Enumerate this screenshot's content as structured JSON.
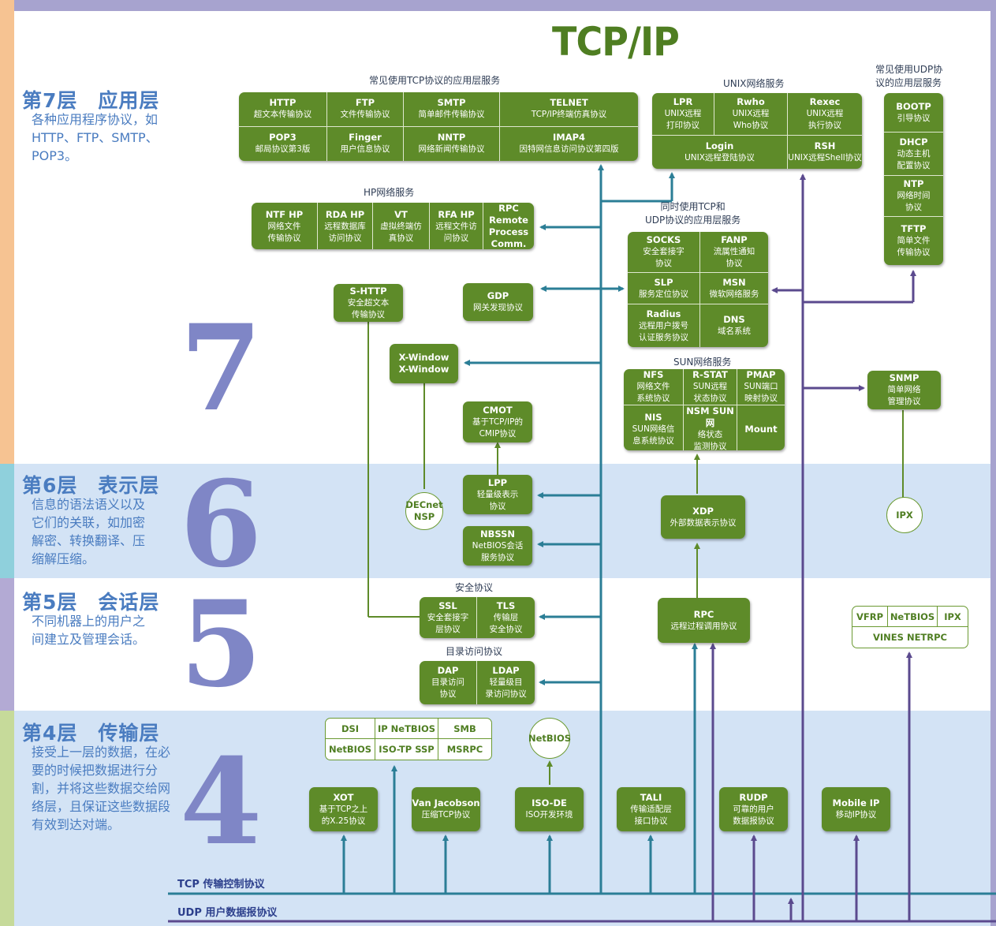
{
  "title": "TCP/IP",
  "layers": [
    {
      "title": "第7层　应用层",
      "desc": "各种应用程序协议，如\nHTTP、FTP、SMTP、\nPOP3。",
      "num": "7"
    },
    {
      "title": "第6层　表示层",
      "desc": "信息的语法语义以及\n它们的关联，如加密\n解密、转换翻译、压\n缩解压缩。",
      "num": "6"
    },
    {
      "title": "第5层　会话层",
      "desc": "不同机器上的用户之\n间建立及管理会话。",
      "num": "5"
    },
    {
      "title": "第4层　传输层",
      "desc": "接受上一层的数据，在必\n要的时候把数据进行分\n割，并将这些数据交给网\n络层，且保证这些数据段\n有效到达对端。",
      "num": "4"
    }
  ],
  "captions": {
    "tcp_app": "常见使用TCP协议的应用层服务",
    "unix": "UNIX网络服务",
    "udp_app": "常见使用UDP协\n议的应用层服务",
    "hp": "HP网络服务",
    "both": "同时使用TCP和\nUDP协议的应用层服务",
    "sun": "SUN网络服务",
    "security": "安全协议",
    "directory": "目录访问协议",
    "tcp_bus": "TCP 传输控制协议",
    "udp_bus": "UDP 用户数据报协议"
  },
  "tcp_services": [
    {
      "t": "HTTP",
      "d": "超文本传输协议"
    },
    {
      "t": "FTP",
      "d": "文件传输协议"
    },
    {
      "t": "SMTP",
      "d": "简单邮件传输协议"
    },
    {
      "t": "TELNET",
      "d": "TCP/IP终端仿真协议"
    },
    {
      "t": "POP3",
      "d": "邮局协议第3版"
    },
    {
      "t": "Finger",
      "d": "用户信息协议"
    },
    {
      "t": "NNTP",
      "d": "网络新闻传输协议"
    },
    {
      "t": "IMAP4",
      "d": "因特网信息访问协议第四版"
    }
  ],
  "unix_services": [
    {
      "t": "LPR",
      "d": "UNIX远程\n打印协议"
    },
    {
      "t": "Rwho",
      "d": "UNIX远程\nWho协议"
    },
    {
      "t": "Rexec",
      "d": "UNIX远程\n执行协议"
    },
    {
      "t": "Login",
      "d": "UNIX远程登陆协议"
    },
    {
      "t": "RSH",
      "d": "UNIX远程Shell协议"
    }
  ],
  "udp_services": [
    {
      "t": "BOOTP",
      "d": "引导协议"
    },
    {
      "t": "DHCP",
      "d": "动态主机\n配置协议"
    },
    {
      "t": "NTP",
      "d": "网络时间\n协议"
    },
    {
      "t": "TFTP",
      "d": "简单文件\n传输协议"
    }
  ],
  "hp_services": [
    {
      "t": "NTF HP",
      "d": "网络文件\n传输协议"
    },
    {
      "t": "RDA HP",
      "d": "远程数据库\n访问协议"
    },
    {
      "t": "VT",
      "d": "虚拟终端仿\n真协议"
    },
    {
      "t": "RFA HP",
      "d": "远程文件访\n问协议"
    },
    {
      "t": "RPC",
      "d": "Remote\nProcess\nComm."
    }
  ],
  "both_services": [
    {
      "t": "SOCKS",
      "d": "安全套接字\n协议"
    },
    {
      "t": "FANP",
      "d": "流属性通知\n协议"
    },
    {
      "t": "SLP",
      "d": "服务定位协议"
    },
    {
      "t": "MSN",
      "d": "微软网络服务"
    },
    {
      "t": "Radius",
      "d": "远程用户拨号\n认证服务协议"
    },
    {
      "t": "DNS",
      "d": "域名系统"
    }
  ],
  "sun_services": [
    {
      "t": "NFS",
      "d": "网络文件\n系统协议"
    },
    {
      "t": "R-STAT",
      "d": "SUN远程\n状态协议"
    },
    {
      "t": "PMAP",
      "d": "SUN端口\n映射协议"
    },
    {
      "t": "NIS",
      "d": "SUN网络信\n息系统协议"
    },
    {
      "t": "NSM SUN网",
      "d": "络状态\n监测协议"
    },
    {
      "t": "",
      "d": "Mount"
    }
  ],
  "boxes": {
    "shttp": {
      "t": "S-HTTP",
      "d": "安全超文本\n传输协议"
    },
    "gdp": {
      "t": "GDP",
      "d": "网关发现协议"
    },
    "xwindow": {
      "t": "X-Window",
      "d": "X-Window"
    },
    "cmot": {
      "t": "CMOT",
      "d": "基于TCP/IP的\nCMIP协议"
    },
    "lpp": {
      "t": "LPP",
      "d": "轻量级表示\n协议"
    },
    "nbssn": {
      "t": "NBSSN",
      "d": "NetBIOS会话\n服务协议"
    },
    "xdp": {
      "t": "XDP",
      "d": "外部数据表示协议"
    },
    "snmp": {
      "t": "SNMP",
      "d": "简单网络\n管理协议"
    },
    "rpc": {
      "t": "RPC",
      "d": "远程过程调用协议"
    },
    "xot": {
      "t": "XOT",
      "d": "基于TCP之上\n的X.25协议"
    },
    "vanj": {
      "t": "Van Jacobson",
      "d": "压缩TCP协议"
    },
    "isode": {
      "t": "ISO-DE",
      "d": "ISO开发环境"
    },
    "tali": {
      "t": "TALI",
      "d": "传输适配层\n接口协议"
    },
    "rudp": {
      "t": "RUDP",
      "d": "可靠的用户\n数据报协议"
    },
    "mobileip": {
      "t": "Mobile IP",
      "d": "移动IP协议"
    }
  },
  "security": [
    {
      "t": "SSL",
      "d": "安全套接字\n层协议"
    },
    {
      "t": "TLS",
      "d": "传输层\n安全协议"
    }
  ],
  "directory": [
    {
      "t": "DAP",
      "d": "目录访问\n协议"
    },
    {
      "t": "LDAP",
      "d": "轻量级目\n录访问协议"
    }
  ],
  "circles": {
    "decnet": "DECnet\nNSP",
    "ipx": "IPX",
    "netbios": "NetBIOS"
  },
  "netbios_grid": [
    "DSI",
    "IP NeTBIOS",
    "SMB",
    "NetBIOS",
    "ISO-TP SSP",
    "MSRPC"
  ],
  "vfrp_grid": [
    "VFRP",
    "NeTBIOS",
    "IPX",
    "VINES NETRPC"
  ],
  "colors": {
    "tcp_line": "#2b7e96",
    "udp_line": "#5b4a8e",
    "box": "#5e8b29",
    "layer_text": "#4a7cc0",
    "big_num": "#7f86c6"
  }
}
